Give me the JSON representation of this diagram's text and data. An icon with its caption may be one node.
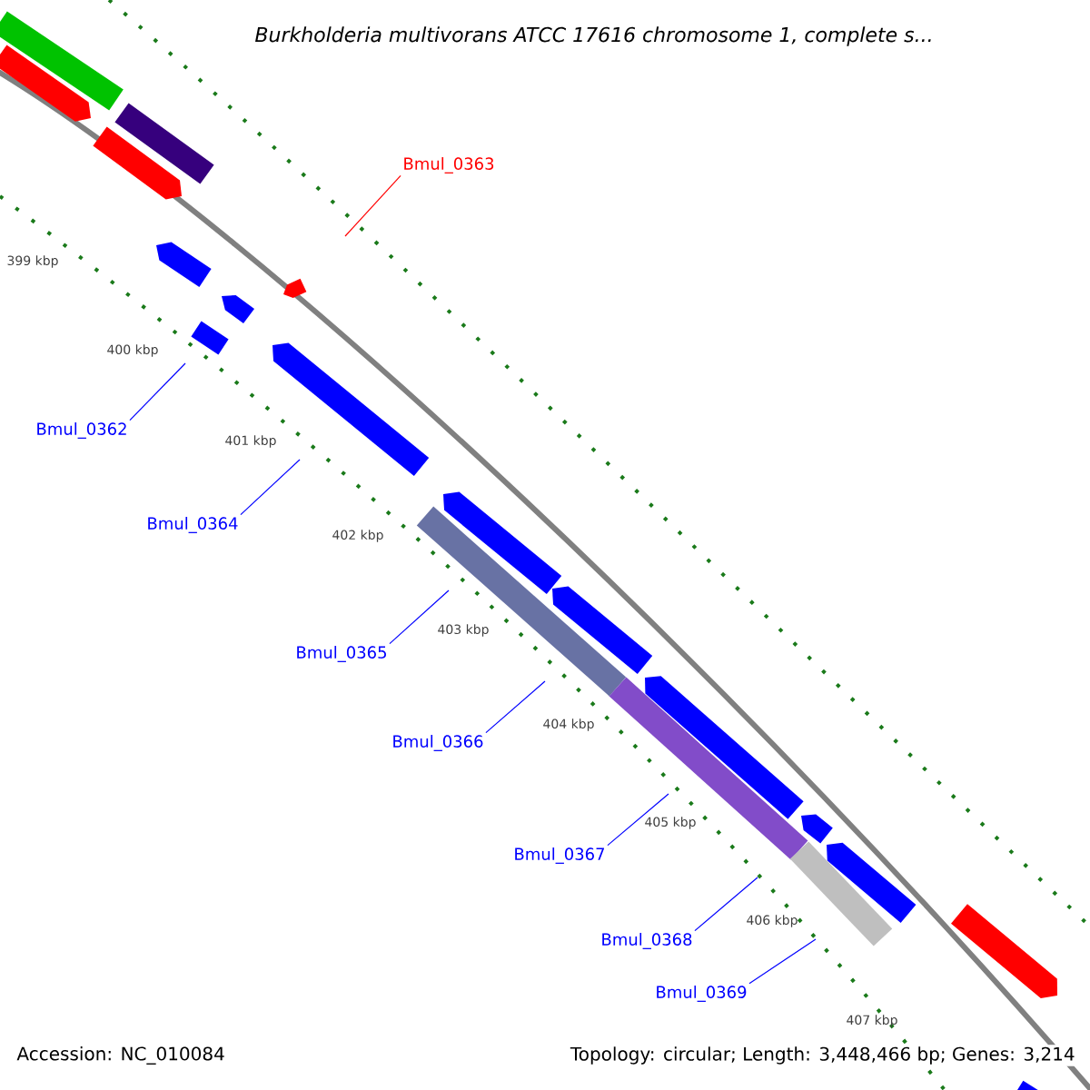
{
  "diagram": {
    "title": "*Burkholderia multivorans* ATCC 17616 chromosome 1, complete s...",
    "nodes": [
      {
        "text": [
          "Bmul_0363"
        ]
      },
      {
        "text": [
          "Bmul_0362"
        ]
      },
      {
        "text": [
          "Bmul_0364"
        ]
      },
      {
        "text": [
          "Bmul_0365"
        ]
      },
      {
        "text": [
          "Bmul_0366"
        ]
      },
      {
        "text": [
          "Bmul_0367"
        ]
      },
      {
        "text": [
          "Bmul_0368"
        ]
      },
      {
        "text": [
          "Bmul_0369"
        ]
      }
    ],
    "edges": [
      {
        "from": 0,
        "to": null,
        "arrow": "none",
        "color": "#ff0000"
      },
      {
        "from": 1,
        "to": null,
        "arrow": "none"
      },
      {
        "from": 2,
        "to": null,
        "arrow": "none"
      },
      {
        "from": 3,
        "to": null,
        "arrow": "none"
      },
      {
        "from": 4,
        "to": null,
        "arrow": "none"
      },
      {
        "from": 5,
        "to": null,
        "arrow": "none"
      },
      {
        "from": 6,
        "to": null,
        "arrow": "none"
      },
      {
        "from": 7,
        "to": null,
        "arrow": "none"
      }
    ],
    "labels": [
      "399 kbp",
      "400 kbp",
      "401 kbp",
      "402 kbp",
      "403 kbp",
      "404 kbp",
      "405 kbp",
      "406 kbp",
      "407 kbp",
      "Accession: NC_010084",
      "Topology: circular; Length: 3,448,466 bp; Genes: 3,214"
    ]
  }
}
